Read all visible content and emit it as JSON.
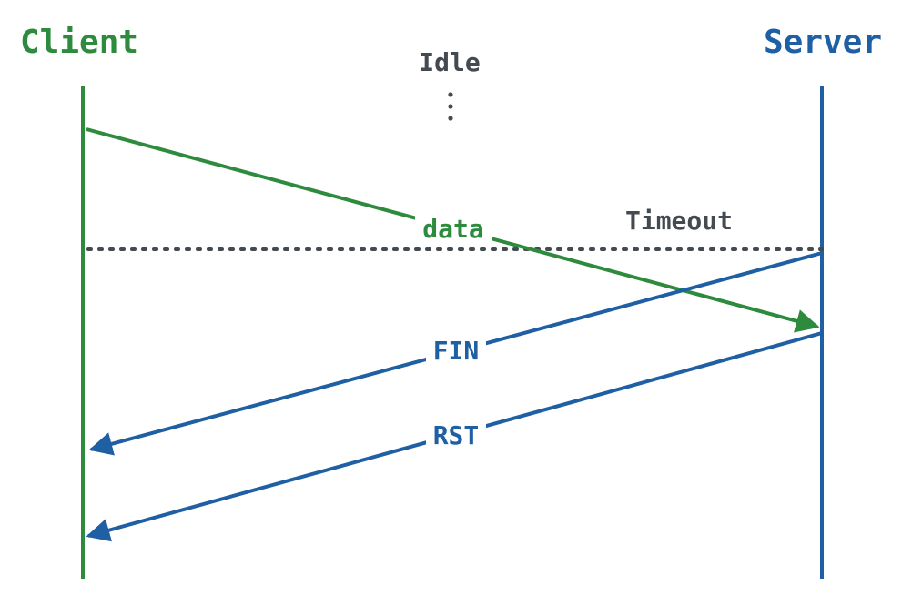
{
  "participants": {
    "client": {
      "label": "Client",
      "color": "#2e8b3e"
    },
    "server": {
      "label": "Server",
      "color": "#1f5fa3"
    }
  },
  "states": {
    "idle": "Idle",
    "idle_ellipsis": "⋮",
    "timeout": "Timeout"
  },
  "messages": [
    {
      "id": "data",
      "label": "data",
      "from": "client",
      "to": "server",
      "color": "#2e8b3e"
    },
    {
      "id": "fin",
      "label": "FIN",
      "from": "server",
      "to": "client",
      "color": "#1f5fa3"
    },
    {
      "id": "rst",
      "label": "RST",
      "from": "server",
      "to": "client",
      "color": "#1f5fa3"
    }
  ],
  "colors": {
    "text_neutral": "#444a52",
    "dotted_line": "#444a52"
  }
}
